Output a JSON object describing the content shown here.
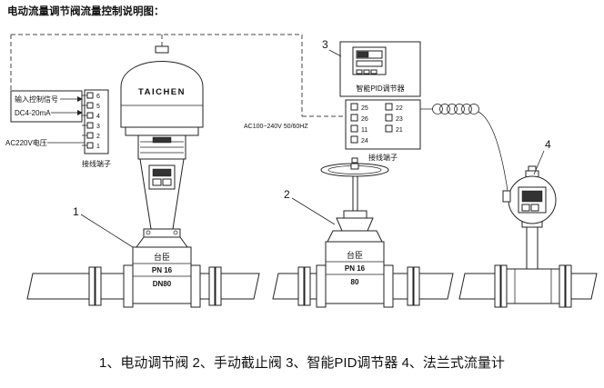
{
  "title": "电动流量调节阀流量控制说明图：",
  "caption": "1、电动调节阀 2、手动截止阀  3、智能PID调节器 4、法兰式流量计",
  "callouts": {
    "item1": "1",
    "item2": "2",
    "item3": "3",
    "item4": "4"
  },
  "actuator": {
    "brand": "TAICHEN"
  },
  "valve1": {
    "line1": "台臣",
    "line2": "PN 16",
    "line3": "DN80"
  },
  "valve2": {
    "line1": "台臣",
    "line2": "PN 16",
    "line3": "80"
  },
  "left_terminal": {
    "input_label": "输入控制信号",
    "signal_label": "DC4-20mA",
    "power_label": "AC220V电压",
    "terminal_label": "接线端子",
    "pins": [
      "6",
      "5",
      "4",
      "3",
      "2",
      "1"
    ]
  },
  "pid": {
    "name": "智能PID调节器",
    "power_label": "AC100~240V 50/60HZ",
    "terminal_label": "接线端子",
    "left_pins": [
      "25",
      "26",
      "11",
      "24"
    ],
    "right_pins": [
      "22",
      "23",
      "21"
    ]
  }
}
